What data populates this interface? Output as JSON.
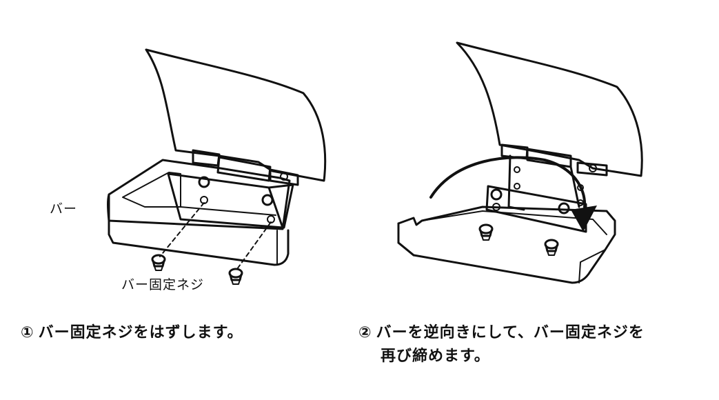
{
  "labels": {
    "bar": "バー",
    "fixing_screw": "バー固定ネジ"
  },
  "steps": [
    {
      "num": "①",
      "text": "バー固定ネジをはずします。"
    },
    {
      "num": "②",
      "text_line1": "バーを逆向きにして、バー固定ネジを",
      "text_line2": "再び締めます。"
    }
  ]
}
